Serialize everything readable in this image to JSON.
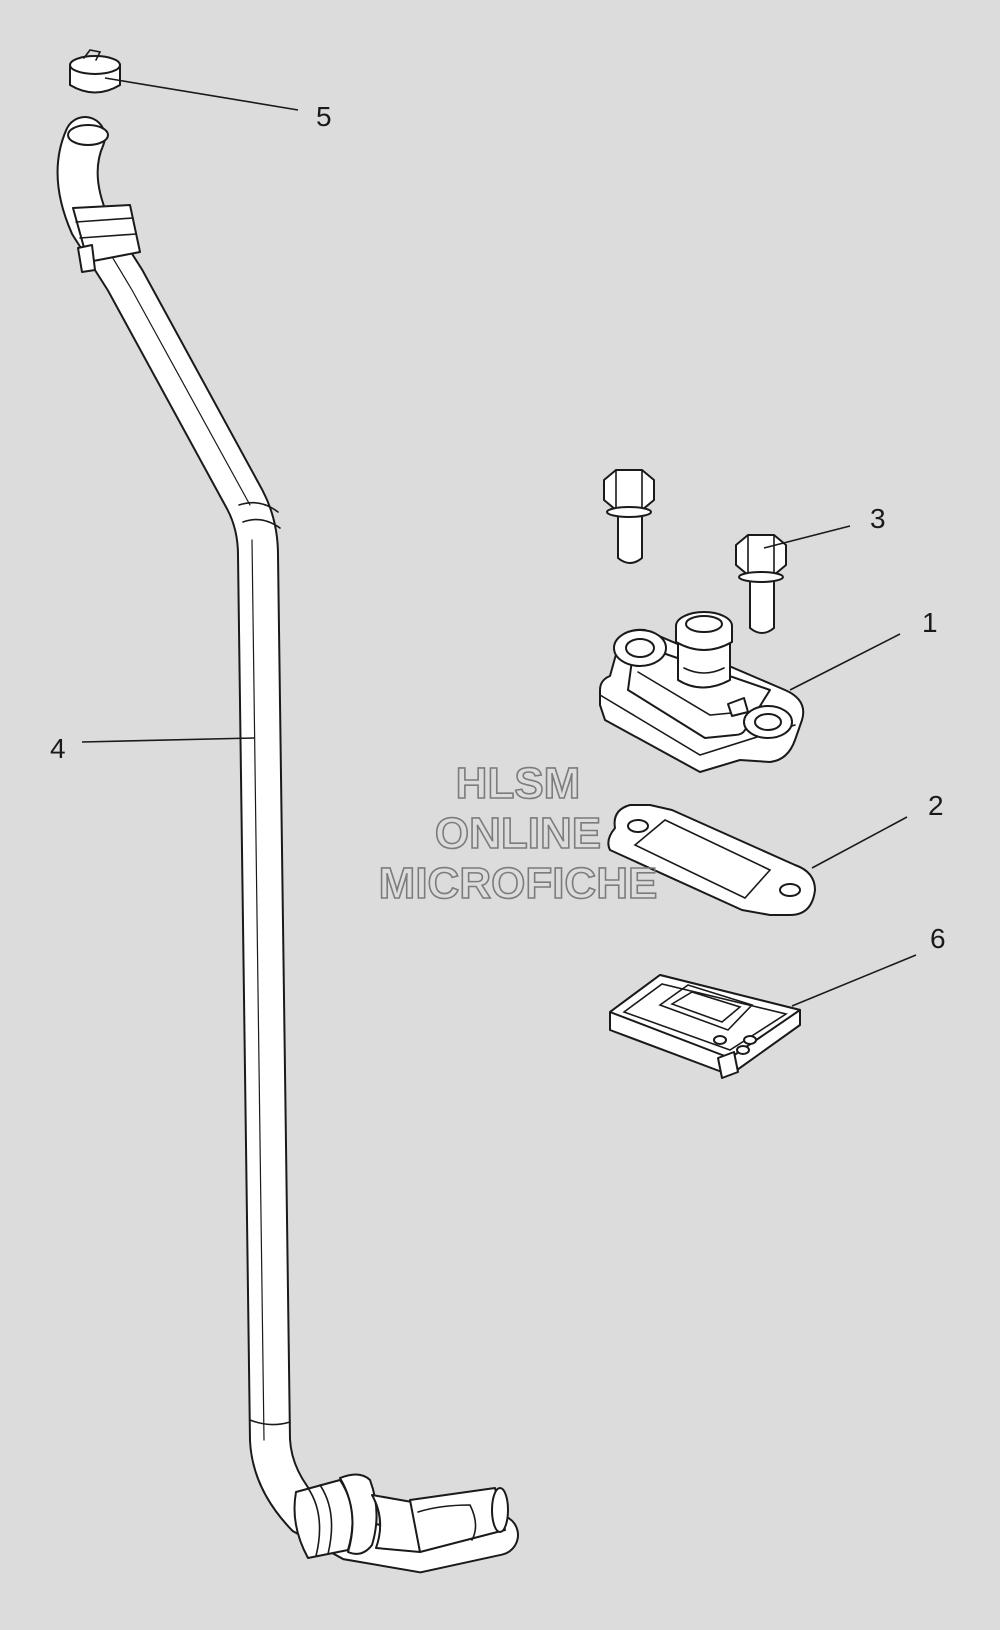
{
  "diagram": {
    "background": "#dcdcdc",
    "line_color": "#1a1a1a",
    "part_fill": "#ffffff",
    "callouts": [
      "1",
      "2",
      "3",
      "4",
      "5",
      "6"
    ],
    "watermark": {
      "line1": "HLSM",
      "line2": "ONLINE",
      "line3": "MICROFICHE",
      "color": "#7c7c7c"
    }
  }
}
